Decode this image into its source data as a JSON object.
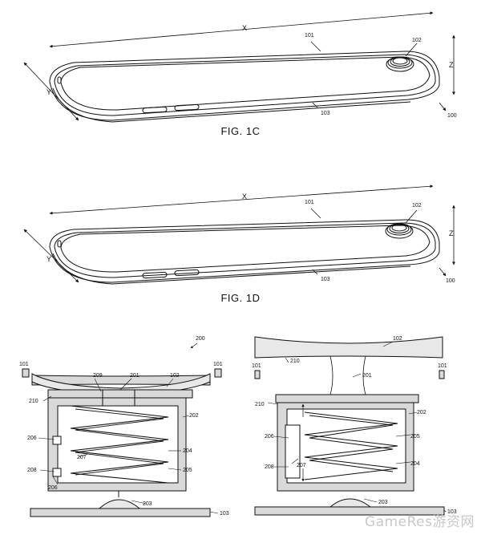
{
  "figures": {
    "fig1c": {
      "caption": "FIG. 1C",
      "labels": {
        "x": "X",
        "y": "Y",
        "z": "Z",
        "surface": "101",
        "button": "102",
        "body": "103",
        "device": "100"
      }
    },
    "fig1d": {
      "caption": "FIG. 1D",
      "labels": {
        "x": "X",
        "y": "Y",
        "z": "Z",
        "surface": "101",
        "button": "102",
        "body": "103",
        "device": "100"
      }
    },
    "assembly_left": {
      "labels": {
        "ref": "200",
        "c101a": "101",
        "c101b": "101",
        "c102": "102",
        "c201": "201",
        "c209": "209",
        "c210": "210",
        "c202": "202",
        "c206a": "206",
        "c207": "207",
        "c204": "204",
        "c205": "205",
        "c208": "208",
        "c206b": "206",
        "c203": "203",
        "c103": "103"
      }
    },
    "assembly_right": {
      "labels": {
        "c102": "102",
        "c210a": "210",
        "c101a": "101",
        "c101b": "101",
        "c201": "201",
        "c210b": "210",
        "c202": "202",
        "c206": "206",
        "c205": "205",
        "c207": "207",
        "c208": "208",
        "c204": "204",
        "c203": "203",
        "c103": "103"
      }
    }
  },
  "watermark": "GameRes游资网"
}
